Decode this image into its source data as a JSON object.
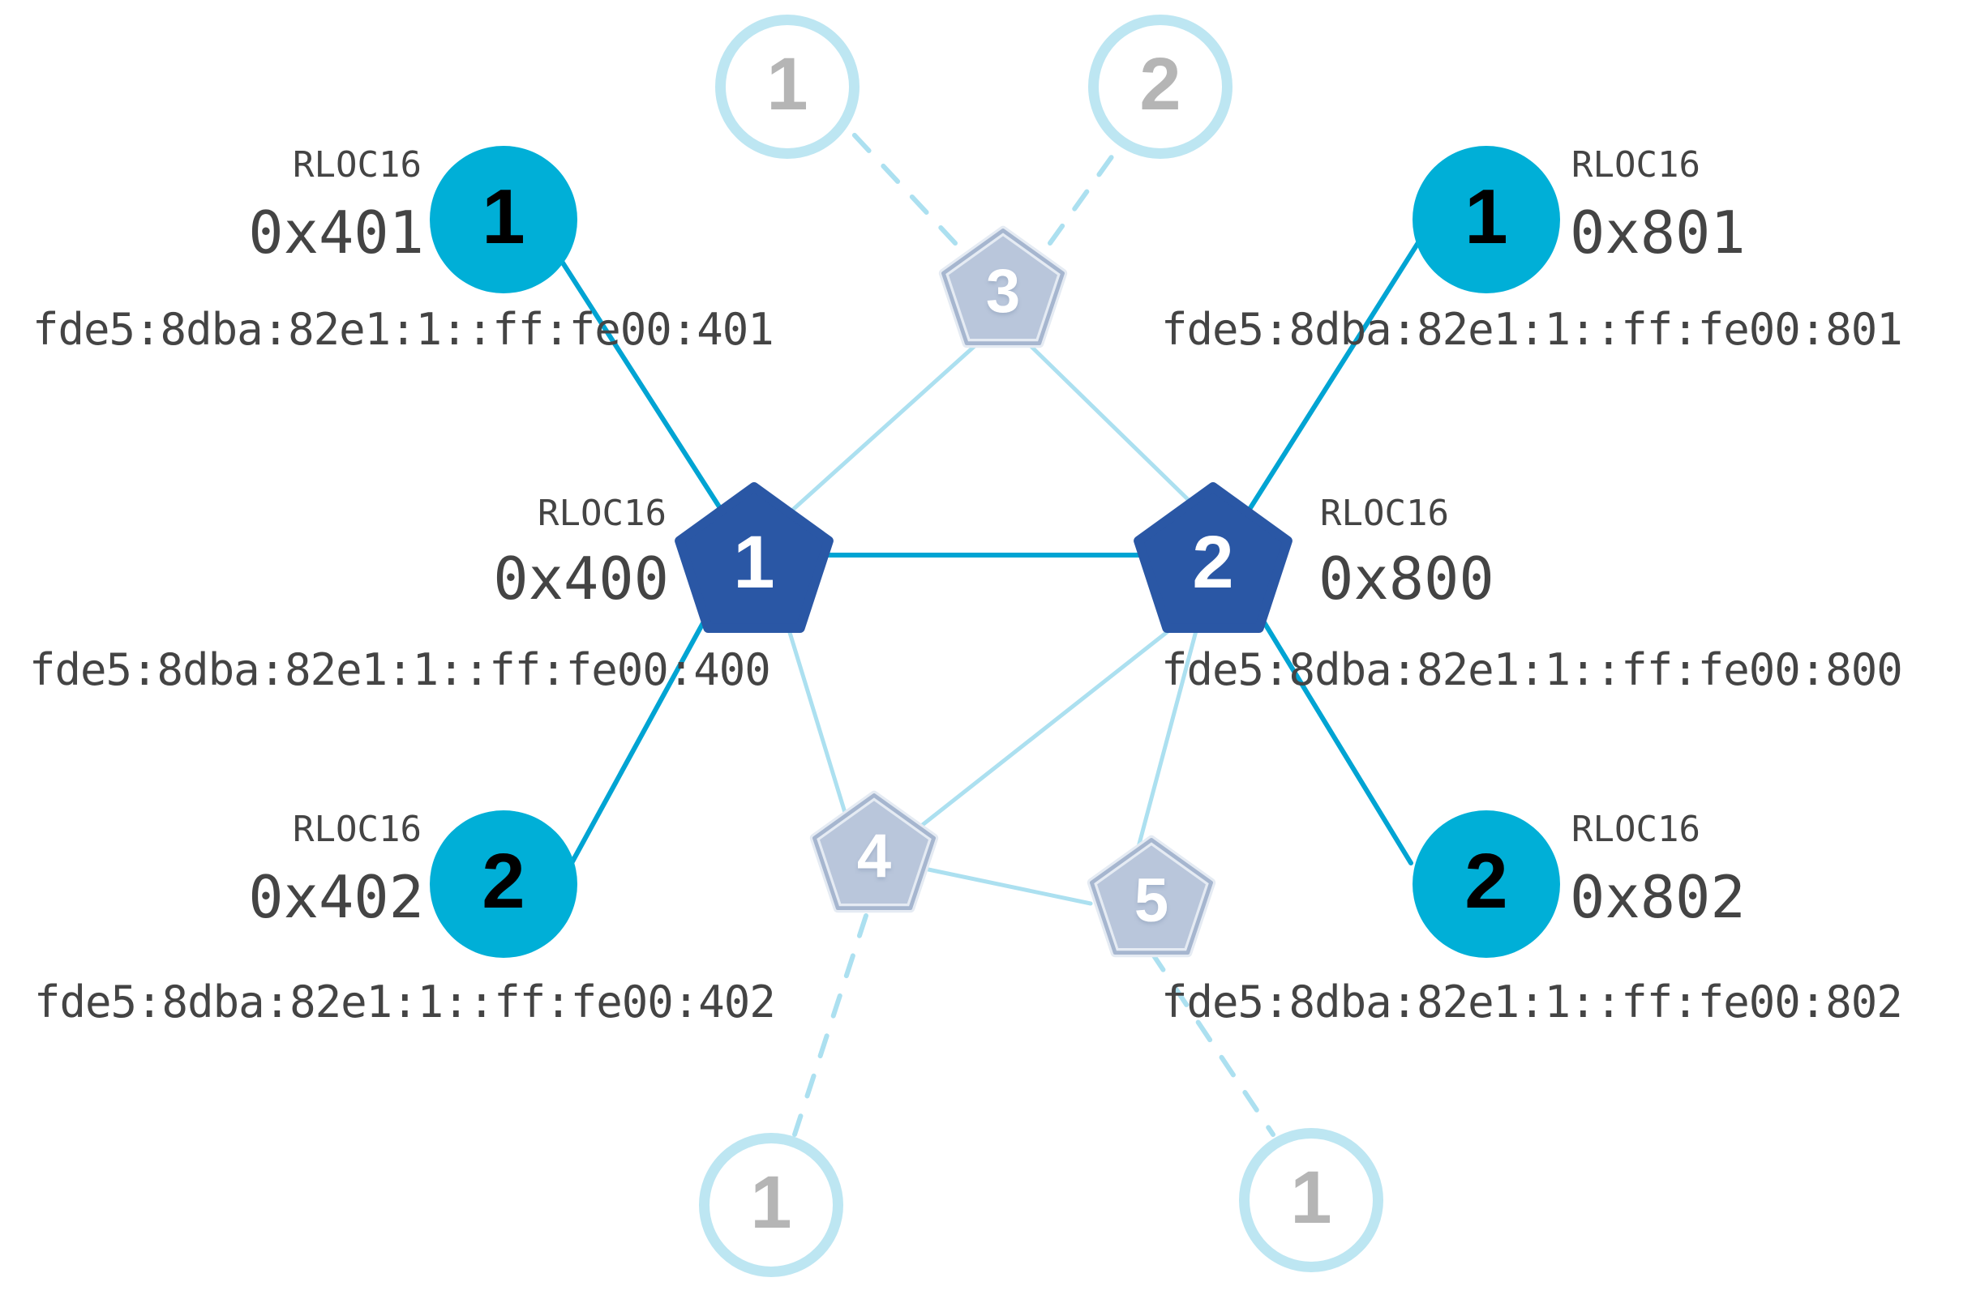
{
  "diagram": {
    "title": "Thread network topology",
    "colors": {
      "router_fill": "#2A57A5",
      "child_fill": "#00AFD7",
      "ghost_pentagon_fill": "#B9C6DB",
      "ghost_pentagon_border": "#A6B6CF",
      "ghost_circle_ring": "#BDE6F2",
      "edge_active": "#00A4D3",
      "edge_faded": "#ACE0F0",
      "text": "#444444",
      "background": "#FFFFFF"
    },
    "rloc_label": "RLOC16",
    "routers": [
      {
        "id": "router-0x400",
        "number": "1",
        "rloc_title": "RLOC16",
        "rloc": "0x400",
        "address": "fde5:8dba:82e1:1::ff:fe00:400"
      },
      {
        "id": "router-0x800",
        "number": "2",
        "rloc_title": "RLOC16",
        "rloc": "0x800",
        "address": "fde5:8dba:82e1:1::ff:fe00:800"
      }
    ],
    "children": [
      {
        "id": "child-0x401",
        "number": "1",
        "rloc_title": "RLOC16",
        "rloc": "0x401",
        "address": "fde5:8dba:82e1:1::ff:fe00:401"
      },
      {
        "id": "child-0x402",
        "number": "2",
        "rloc_title": "RLOC16",
        "rloc": "0x402",
        "address": "fde5:8dba:82e1:1::ff:fe00:402"
      },
      {
        "id": "child-0x801",
        "number": "1",
        "rloc_title": "RLOC16",
        "rloc": "0x801",
        "address": "fde5:8dba:82e1:1::ff:fe00:801"
      },
      {
        "id": "child-0x802",
        "number": "2",
        "rloc_title": "RLOC16",
        "rloc": "0x802",
        "address": "fde5:8dba:82e1:1::ff:fe00:802"
      }
    ],
    "faded_routers": [
      {
        "id": "faded-router-3",
        "number": "3"
      },
      {
        "id": "faded-router-4",
        "number": "4"
      },
      {
        "id": "faded-router-5",
        "number": "5"
      }
    ],
    "faded_children": [
      {
        "id": "faded-child-top-left",
        "number": "1"
      },
      {
        "id": "faded-child-top-right",
        "number": "2"
      },
      {
        "id": "faded-child-bottom-left",
        "number": "1"
      },
      {
        "id": "faded-child-bottom-right",
        "number": "1"
      }
    ]
  }
}
